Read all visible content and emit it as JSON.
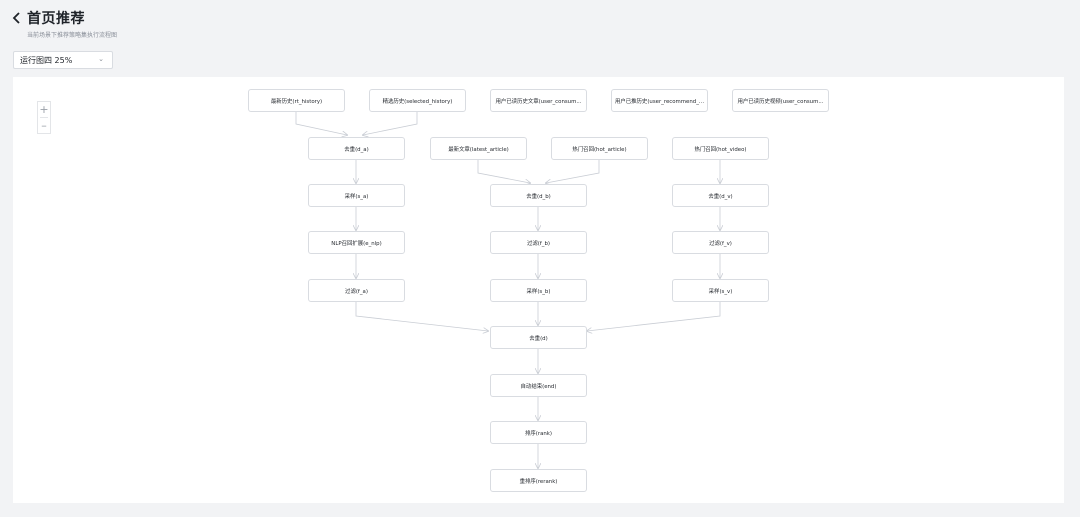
{
  "header": {
    "title": "首页推荐",
    "subtitle": "当前场景下推荐策略集执行流程图"
  },
  "zoom": {
    "label": "运行图四 25%"
  },
  "graph": {
    "nodes": {
      "n1": "最新历史(rt_history)",
      "n2": "精选历史(selected_history)",
      "n3": "用户已读历史文章(user_consum...",
      "n4": "用户已推历史(user_recommend_...",
      "n5": "用户已读历史视频(user_consum...",
      "n6": "去重(d_a)",
      "n7": "最新文章(latest_article)",
      "n8": "热门召回(hot_article)",
      "n9": "热门召回(hot_video)",
      "n10": "采样(s_a)",
      "n11": "去重(d_b)",
      "n12": "去重(d_v)",
      "n13": "NLP召回扩展(e_nlp)",
      "n14": "过滤(f_b)",
      "n15": "过滤(f_v)",
      "n16": "过滤(f_a)",
      "n17": "采样(s_b)",
      "n18": "采样(s_v)",
      "n19": "去重(d)",
      "n20": "自动结束(end)",
      "n21": "排序(rank)",
      "n22": "重排序(rerank)"
    }
  }
}
